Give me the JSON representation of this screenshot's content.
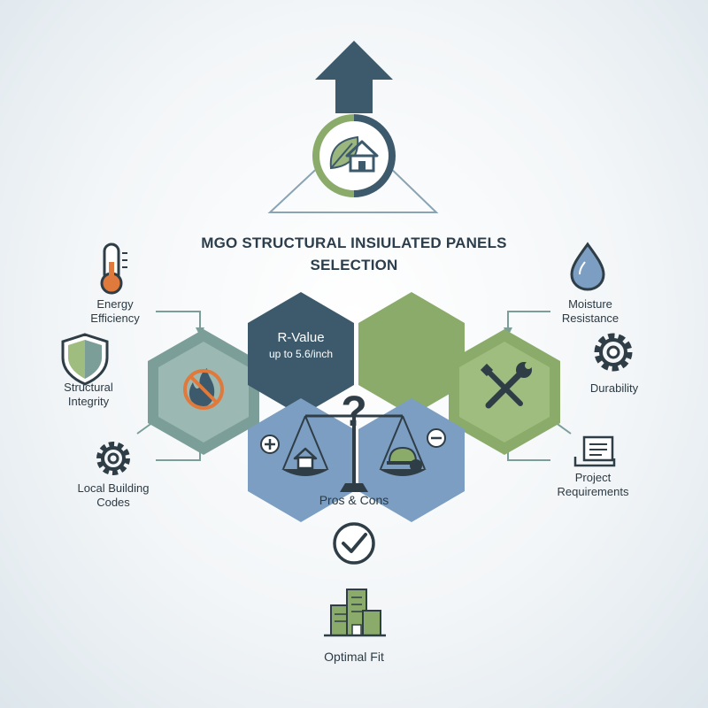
{
  "title_line1": "MGO STRUCTURAL INSIULATED PANELS",
  "title_line2": "SELECTION",
  "hex_rvalue": {
    "title": "R-Value",
    "subtitle": "up to 5.6/inch"
  },
  "factors": {
    "energy_line1": "Energy",
    "energy_line2": "Efficiency",
    "structural_line1": "Structural",
    "structural_line2": "Integrity",
    "local_line1": "Local Building",
    "local_line2": "Codes",
    "moisture_line1": "Moisture",
    "moisture_line2": "Resistance",
    "durability": "Durability",
    "project_line1": "Project",
    "project_line2": "Requirements"
  },
  "center": {
    "question": "?",
    "pros_cons": "Pros & Cons"
  },
  "bottom": {
    "optimal": "Optimal Fit"
  },
  "colors": {
    "navy": "#3d5a6c",
    "green": "#8bab6a",
    "teal": "#7c9e98",
    "blue": "#7b9ec2",
    "orange": "#e07a3c"
  },
  "icons": [
    "up-arrow-icon",
    "leaf-house-icon",
    "thermometer-icon",
    "shield-icon",
    "gear-icon",
    "fire-prohibited-icon",
    "balance-scale-icon",
    "water-drop-icon",
    "wrench-icon",
    "document-icon",
    "checkmark-icon",
    "buildings-icon"
  ]
}
